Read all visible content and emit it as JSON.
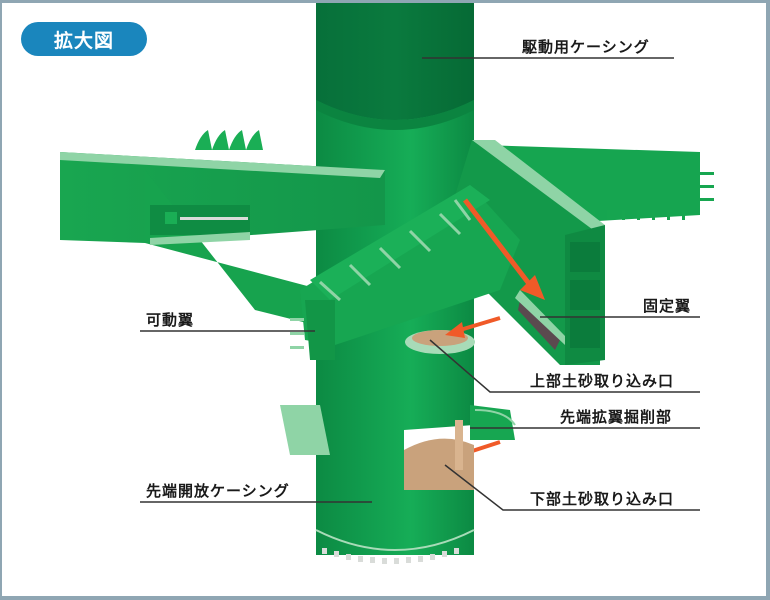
{
  "badge": {
    "label": "拡大図",
    "color": "#1a86bd"
  },
  "labels": {
    "drive_casing": "駆動用ケーシング",
    "fixed_wing": "固定翼",
    "movable_wing": "可動翼",
    "upper_soil_intake": "上部土砂取り込み口",
    "tip_expansion_excavation": "先端拡翼掘削部",
    "tip_open_casing": "先端開放ケーシング",
    "lower_soil_intake": "下部土砂取り込み口"
  },
  "colors": {
    "casing_dark": "#087a3c",
    "casing_mid": "#0f9a4a",
    "wing_main": "#17a64f",
    "wing_light": "#8fd4a6",
    "arrow": "#f05a28",
    "soil": "#c9a27c",
    "border": "#8fa6b3"
  }
}
